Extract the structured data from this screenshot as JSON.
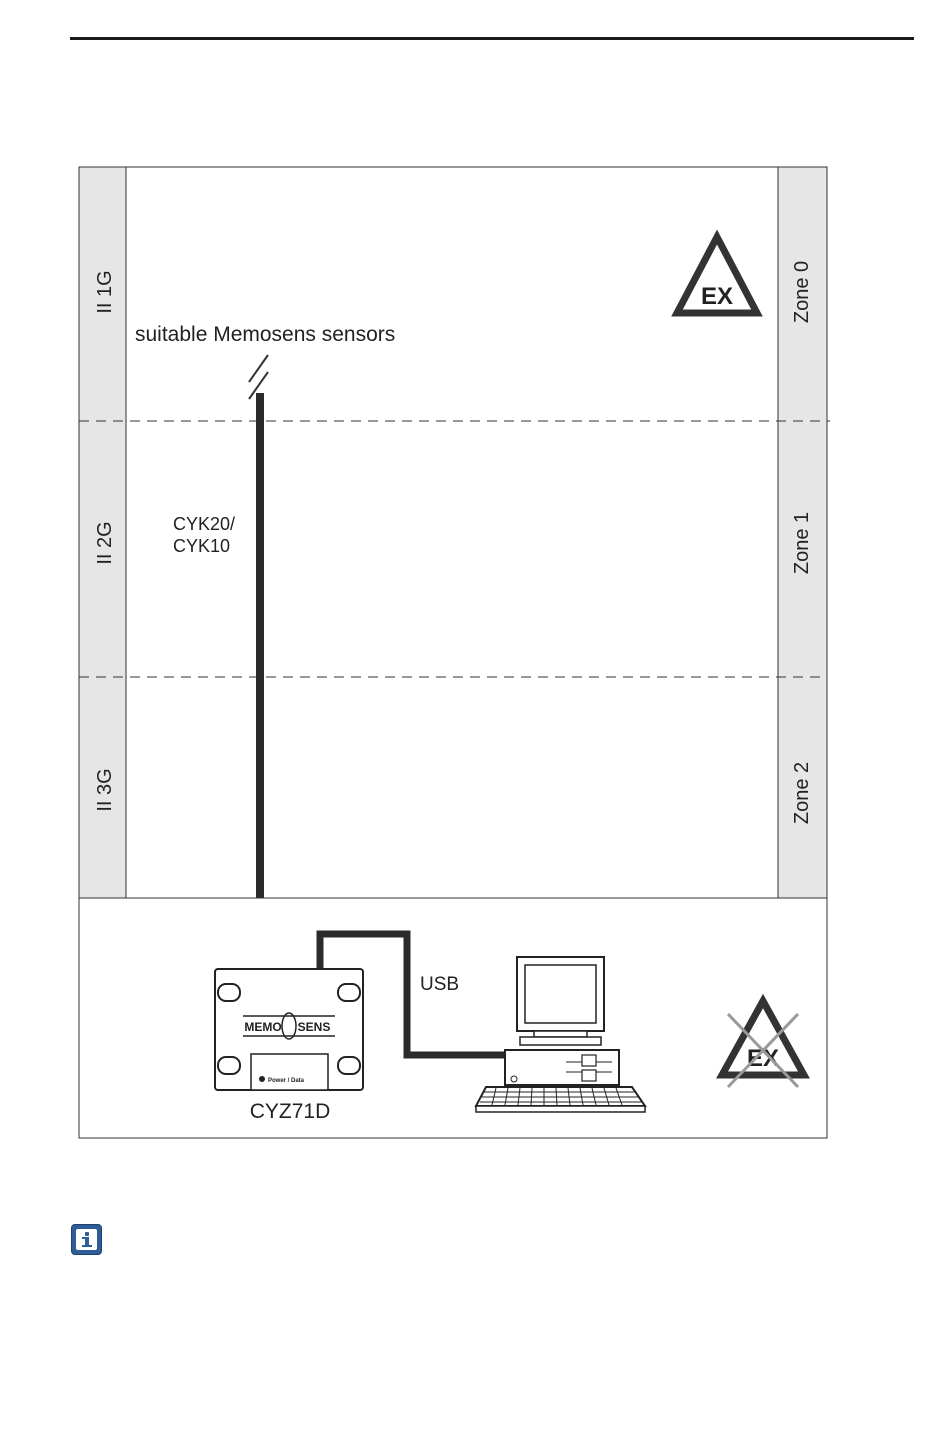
{
  "diagram": {
    "sensor_label": "suitable Memosens sensors",
    "cable_label_line1": "CYK20/",
    "cable_label_line2": "CYK10",
    "usb_label": "USB",
    "device_label": "CYZ71D",
    "device_logo_left": "MEMO",
    "device_logo_right": "SENS",
    "device_button_label": "Power / Data",
    "ex_symbol_text": "EX",
    "zones": [
      {
        "category": "II 1G",
        "zone": "Zone 0"
      },
      {
        "category": "II 2G",
        "zone": "Zone 1"
      },
      {
        "category": "II 3G",
        "zone": "Zone 2"
      }
    ]
  },
  "colors": {
    "side_band": "#e6e6e6",
    "line": "#333333",
    "cable": "#2b2b2b",
    "info_icon": "#2f5d96"
  }
}
